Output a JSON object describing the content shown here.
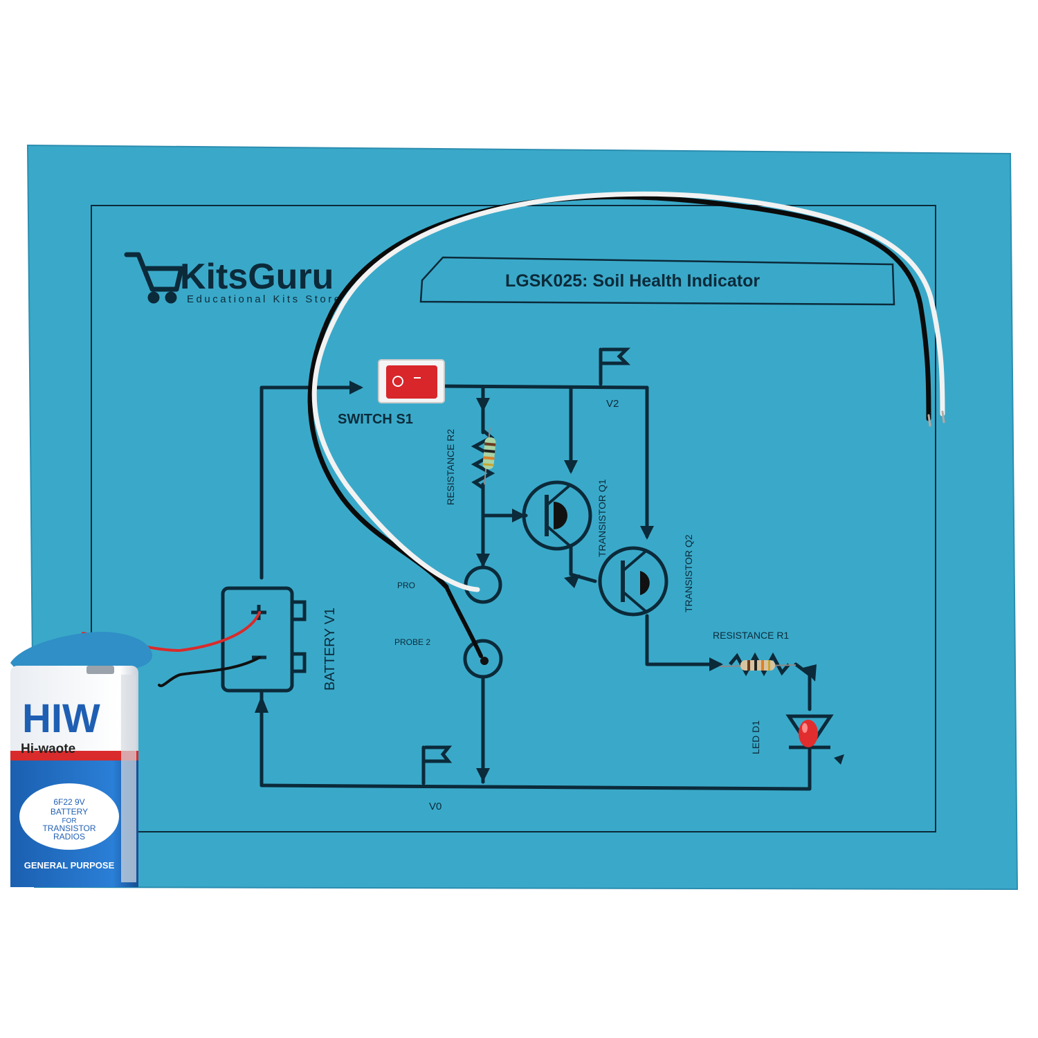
{
  "brand": {
    "name": "KitsGuru",
    "tagline": "Educational Kits Store"
  },
  "kit": {
    "title": "LGSK025: Soil Health Indicator"
  },
  "labels": {
    "switch": "SWITCH S1",
    "v2": "V2",
    "v0": "V0",
    "resistance_r2": "RESISTANCE R2",
    "transistor_q1": "TRANSISTOR Q1",
    "transistor_q2": "TRANSISTOR Q2",
    "probe1": "PRO",
    "probe2": "PROBE 2",
    "battery": "BATTERY V1",
    "resistance_r1": "RESISTANCE R1",
    "led": "LED D1"
  },
  "battery_pack": {
    "logo": "HIW",
    "brand": "Hi-waote",
    "line1": "6F22 9V",
    "line2": "BATTERY",
    "line3": "FOR",
    "line4": "TRANSISTOR",
    "line5": "RADIOS",
    "footer": "GENERAL PURPOSE"
  },
  "colors": {
    "board": "#3aa9c9",
    "ink": "#0b2a3a",
    "switch_red": "#d8262b",
    "battery_blue": "#1f6fc4",
    "battery_red": "#d92b2b"
  }
}
